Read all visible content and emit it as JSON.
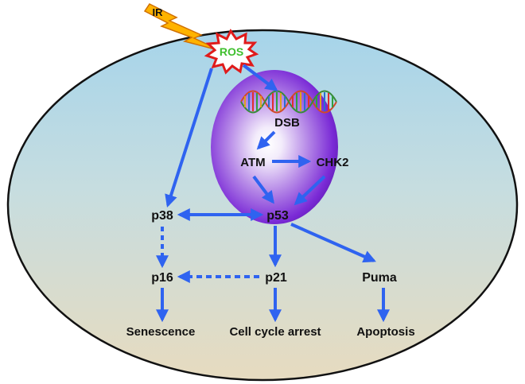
{
  "labels": {
    "ir": "IR",
    "ros": "ROS",
    "dsb": "DSB",
    "atm": "ATM",
    "chk2": "CHK2",
    "p38": "p38",
    "p53": "p53",
    "p16": "p16",
    "p21": "p21",
    "puma": "Puma",
    "senescence": "Senescence",
    "cell_cycle_arrest": "Cell cycle arrest",
    "apoptosis": "Apoptosis"
  },
  "colors": {
    "arrow": "#2f63f0",
    "ros_text": "#3fbf2e",
    "ros_burst": "#e01b1b",
    "bolt": "#ffb300",
    "nucleus": "#7a2ad6",
    "cell_top": "#9fd3ea",
    "cell_bottom": "#e6d9bd"
  },
  "edges": [
    {
      "from": "IR",
      "to": "ROS",
      "style": "bolt"
    },
    {
      "from": "ROS",
      "to": "DSB",
      "style": "solid"
    },
    {
      "from": "ROS",
      "to": "p38",
      "style": "solid"
    },
    {
      "from": "DSB",
      "to": "ATM",
      "style": "solid"
    },
    {
      "from": "ATM",
      "to": "CHK2",
      "style": "solid"
    },
    {
      "from": "ATM",
      "to": "p53",
      "style": "solid"
    },
    {
      "from": "CHK2",
      "to": "p53",
      "style": "solid"
    },
    {
      "from": "p38",
      "to": "p53",
      "style": "solid-bidirectional"
    },
    {
      "from": "p53",
      "to": "p21",
      "style": "solid"
    },
    {
      "from": "p53",
      "to": "Puma",
      "style": "solid"
    },
    {
      "from": "p38",
      "to": "p16",
      "style": "dashed"
    },
    {
      "from": "p21",
      "to": "p16",
      "style": "dashed"
    },
    {
      "from": "p16",
      "to": "Senescence",
      "style": "solid"
    },
    {
      "from": "p21",
      "to": "Cell cycle arrest",
      "style": "solid"
    },
    {
      "from": "Puma",
      "to": "Apoptosis",
      "style": "solid"
    }
  ]
}
